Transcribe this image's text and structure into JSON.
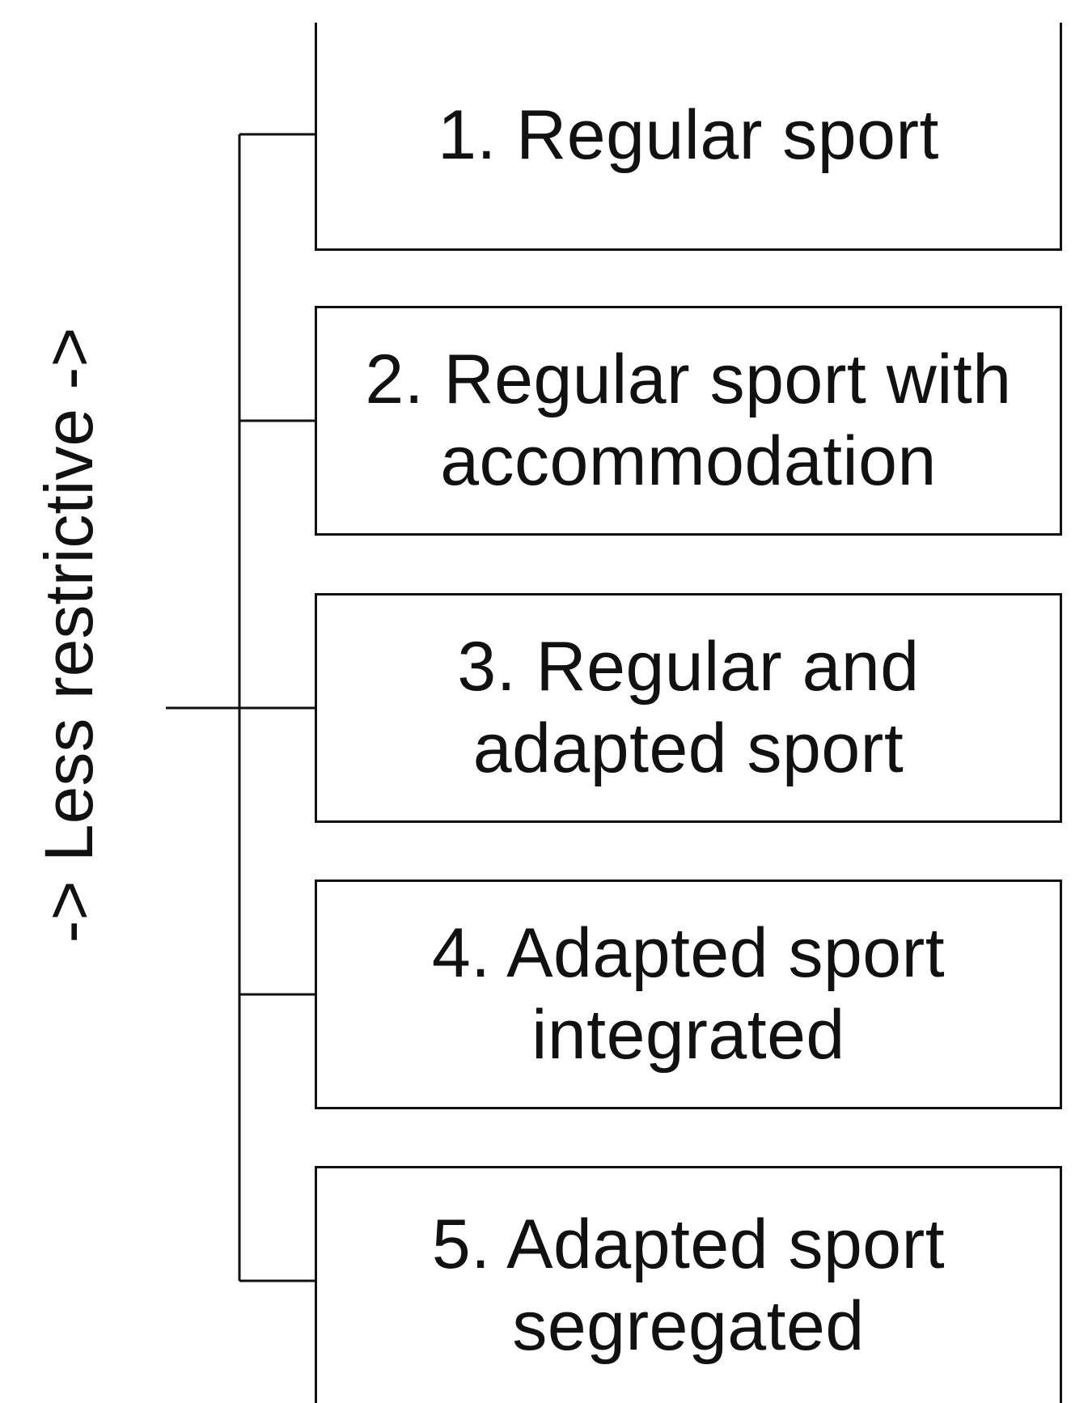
{
  "axis": {
    "label": "-> Less restrictive ->"
  },
  "levels": [
    {
      "label": "1. Regular sport"
    },
    {
      "label": "2. Regular sport with\naccommodation"
    },
    {
      "label": "3. Regular and\nadapted sport"
    },
    {
      "label": "4. Adapted sport\nintegrated"
    },
    {
      "label": "5. Adapted sport\nsegregated"
    }
  ],
  "colors": {
    "line": "#111111",
    "box_border": "#111111",
    "background": "#ffffff"
  }
}
